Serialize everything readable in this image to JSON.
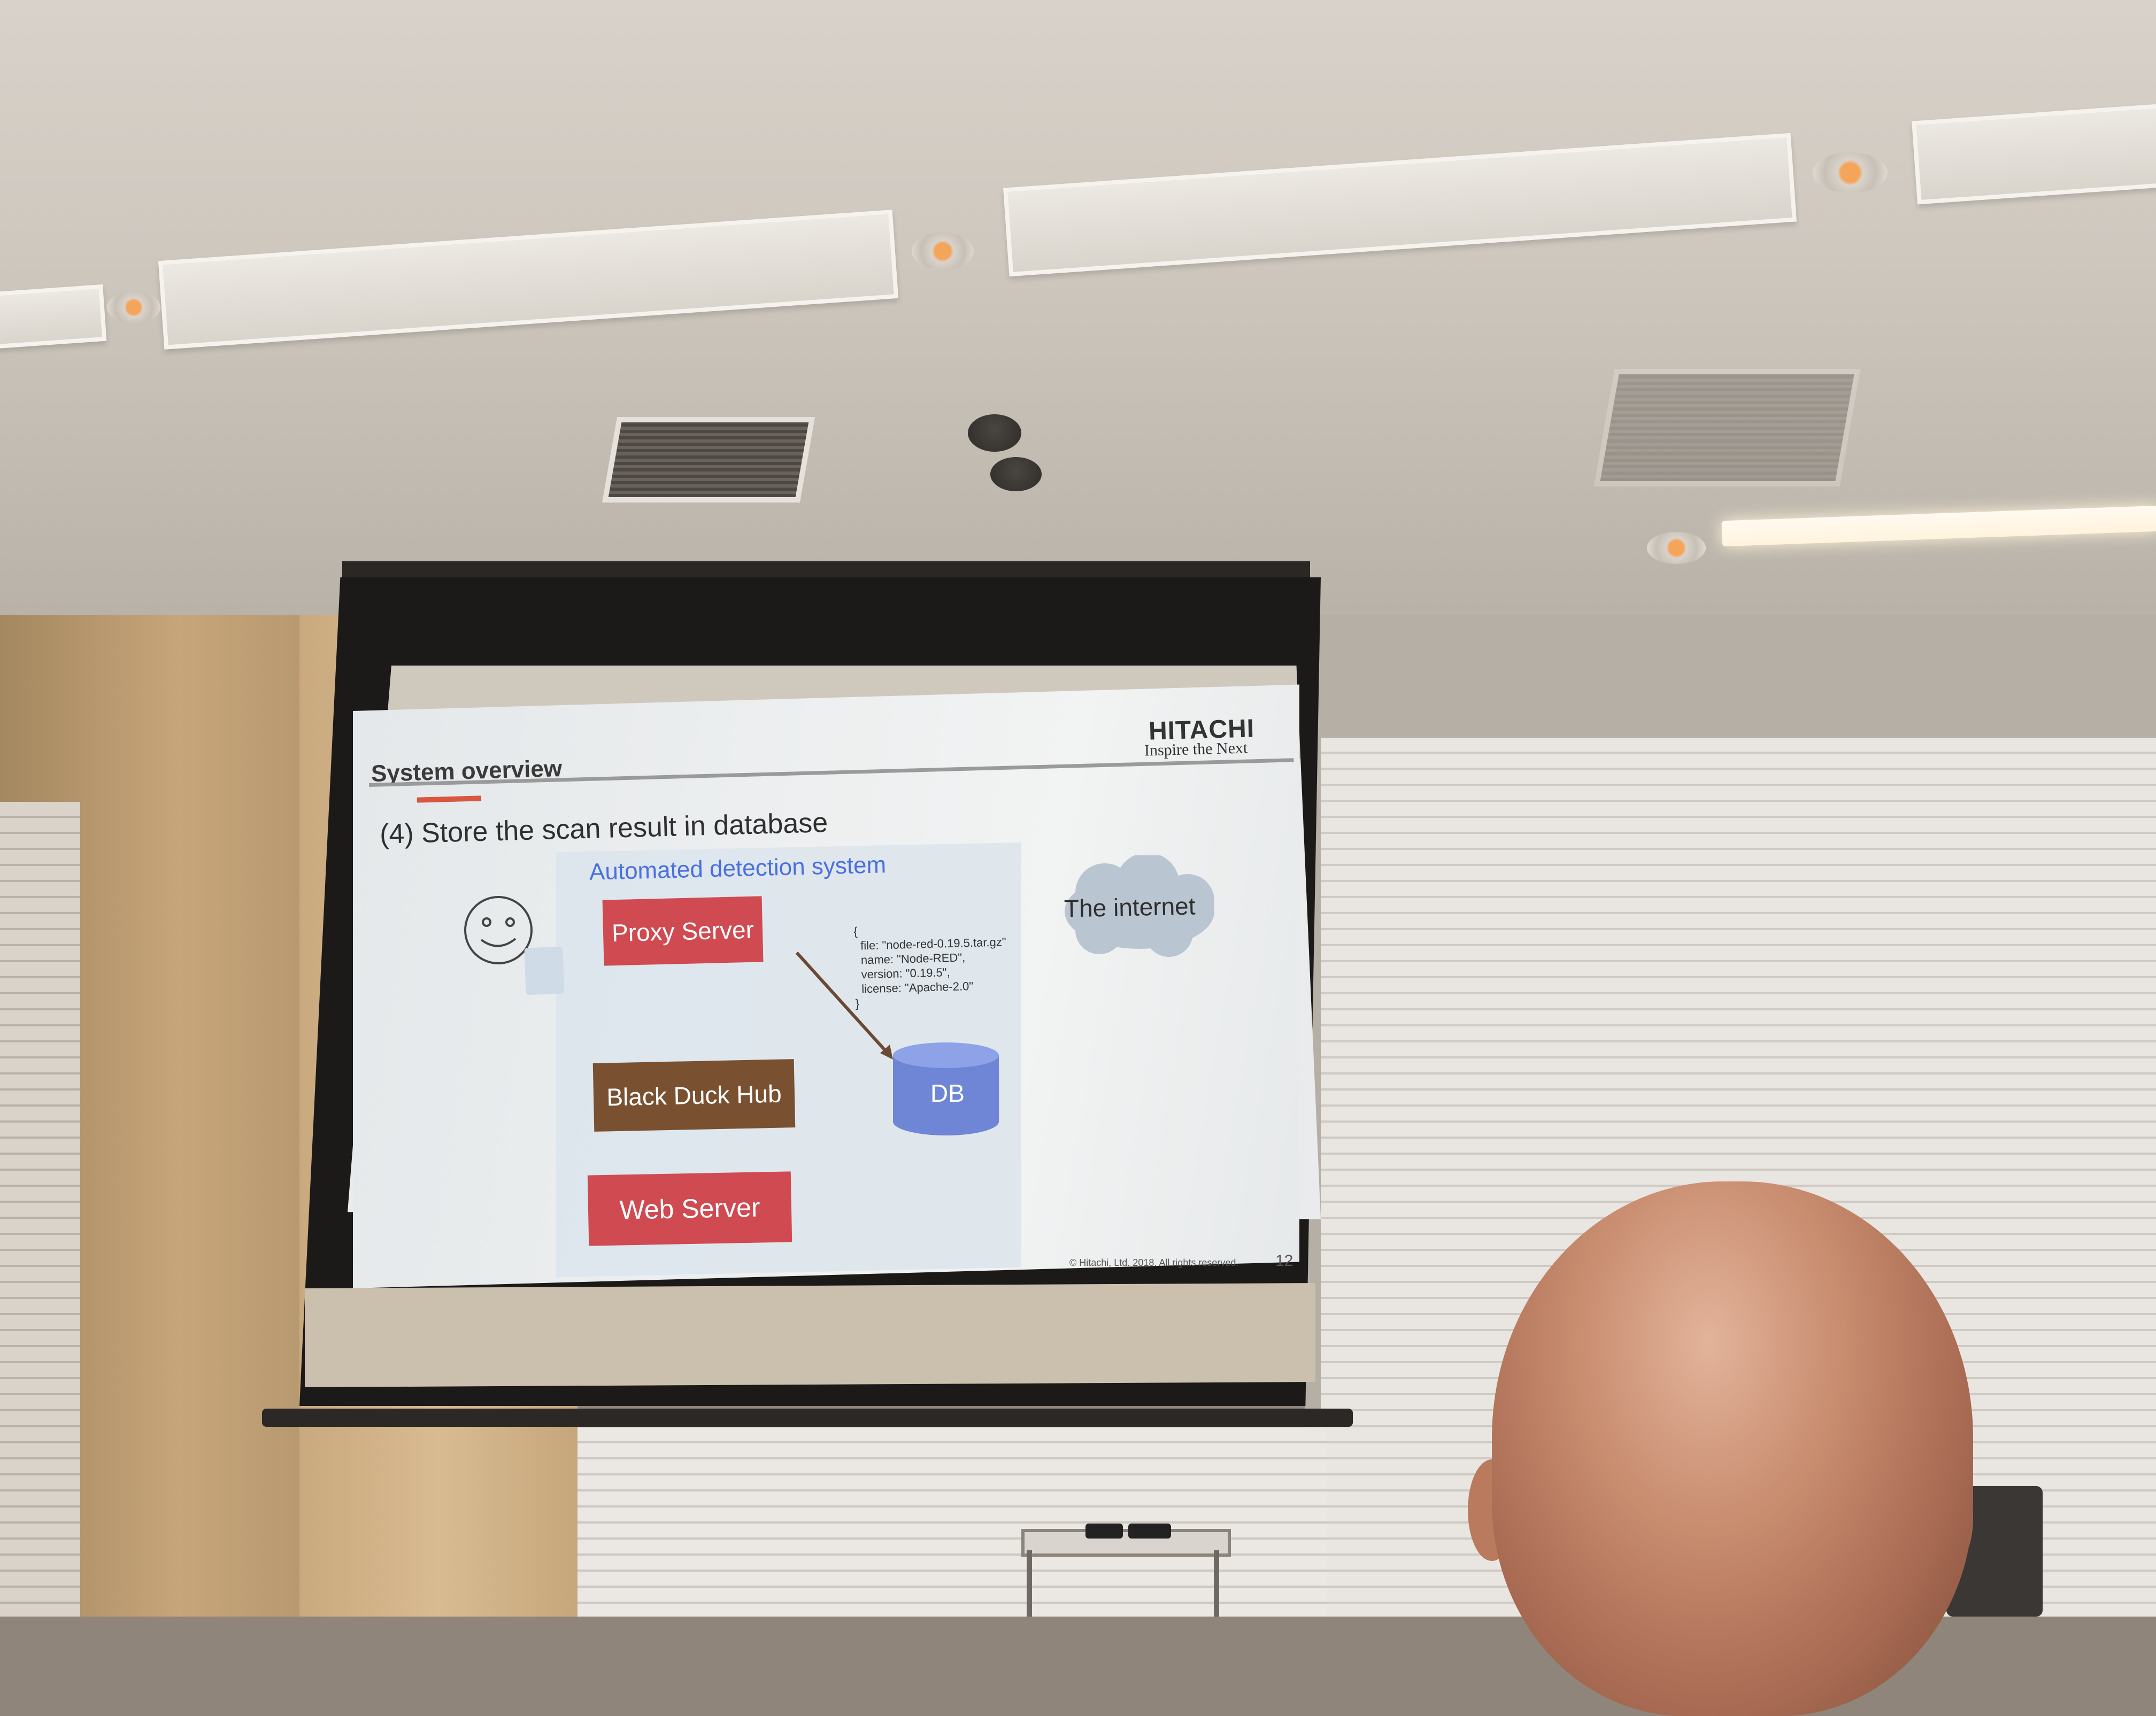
{
  "slide": {
    "brand_name": "HITACHI",
    "brand_tagline": "Inspire the Next",
    "title": "System overview",
    "subtitle": "(4) Store the scan result in database",
    "system_label": "Automated detection system",
    "proxy_label": "Proxy Server",
    "blackduck_label": "Black Duck Hub",
    "webserver_label": "Web Server",
    "db_label": "DB",
    "internet_label": "The internet",
    "json_text": "{\n  file: \"node-red-0.19.5.tar.gz\"\n  name: \"Node-RED\",\n  version: \"0.19.5\",\n  license: \"Apache-2.0\"\n}",
    "copyright": "© Hitachi, Ltd. 2018. All rights reserved.",
    "page_number": "12"
  },
  "colors": {
    "red_box": "#d04a52",
    "brown_box": "#7a5130",
    "db_blue": "#6f86d6",
    "system_label_blue": "#4a6fe0",
    "cloud": "#b9c5d1",
    "accent": "#d9573f"
  },
  "icons": {
    "user": "smiley-face-icon",
    "document": "document-icon",
    "database": "database-cylinder-icon",
    "cloud": "cloud-icon",
    "arrow": "arrow-icon"
  }
}
